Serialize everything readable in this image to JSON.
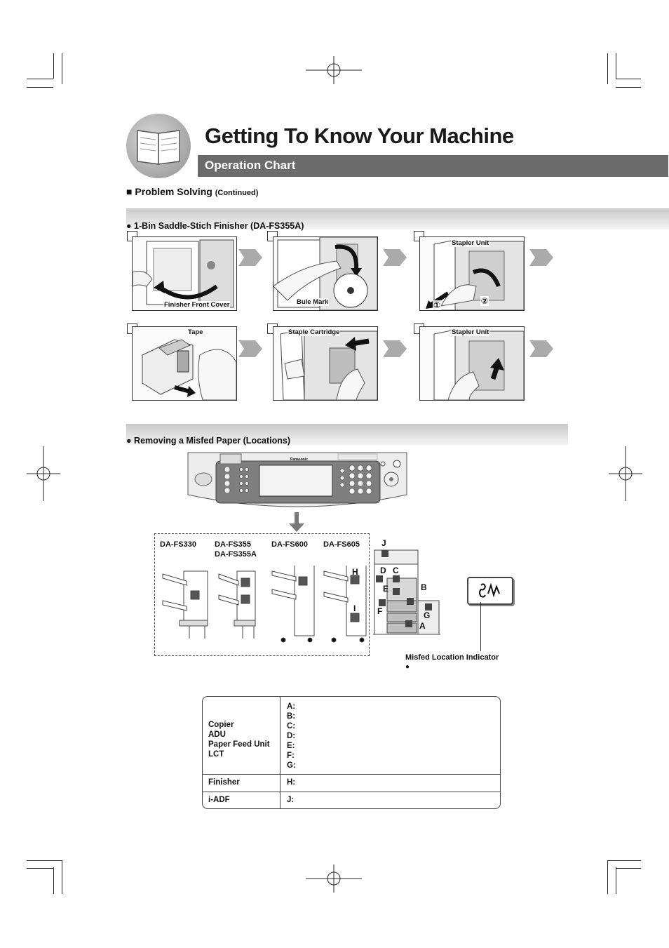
{
  "header": {
    "title": "Getting To Know Your Machine",
    "subtitle": "Operation Chart"
  },
  "section": {
    "title": "Problem Solving",
    "continued": "(Continued)"
  },
  "finisher_section": {
    "heading": "1-Bin Saddle-Stich Finisher (DA-FS355A)",
    "panels": [
      {
        "labels": [
          "Finisher Front Cover"
        ]
      },
      {
        "labels": [
          "Bule Mark"
        ]
      },
      {
        "labels": [
          "Stapler Unit",
          "①",
          "②"
        ]
      },
      {
        "labels": [
          "Tape"
        ]
      },
      {
        "labels": [
          "Staple Cartridge"
        ]
      },
      {
        "labels": [
          "Stapler Unit"
        ]
      }
    ]
  },
  "misfeed_section": {
    "heading": "Removing a Misfed Paper (Locations)",
    "panel_brand": "Panasonic",
    "models": [
      "DA-FS330",
      "DA-FS355",
      "DA-FS355A",
      "DA-FS600",
      "DA-FS605"
    ],
    "location_letters": [
      "J",
      "D",
      "C",
      "H",
      "E",
      "B",
      "I",
      "F",
      "G",
      "A"
    ],
    "indicator_label": "Misfed Location Indicator"
  },
  "table": {
    "rows": [
      {
        "group": [
          "Copier",
          "ADU",
          "Paper Feed Unit",
          "LCT"
        ],
        "codes": [
          "A:",
          "B:",
          "C:",
          "D:",
          "E:",
          "F:",
          "G:"
        ]
      },
      {
        "group": [
          "Finisher"
        ],
        "codes": [
          "H:"
        ]
      },
      {
        "group": [
          "i-ADF"
        ],
        "codes": [
          "J:"
        ]
      }
    ]
  }
}
